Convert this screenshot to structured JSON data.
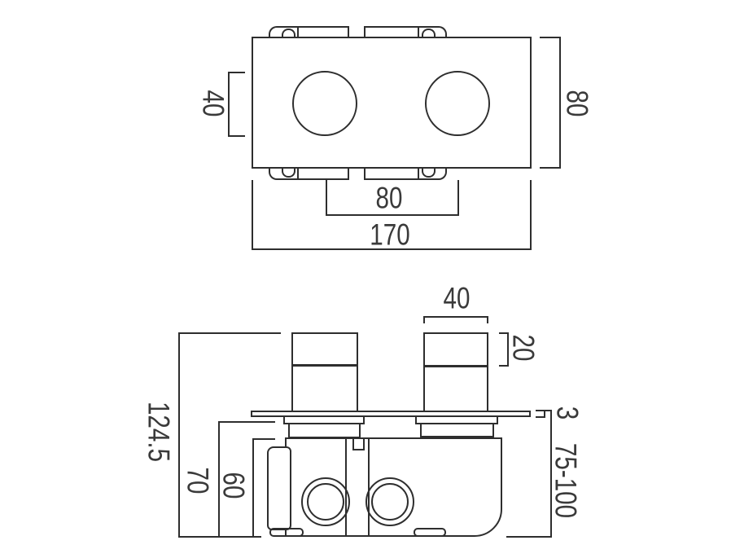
{
  "colors": {
    "background": "#ffffff",
    "line": "#2e2e2e",
    "text": "#3a3a3a"
  },
  "drawing_type": "technical dimension drawing, two-outlet concealed thermostatic valve",
  "views": {
    "plan": {
      "knob_diameter": "40",
      "plate_height": "80",
      "handle_centres": "80",
      "plate_width": "170"
    },
    "front": {
      "handle_width": "40",
      "handle_cap_height": "20",
      "overall_height": "124.5",
      "body_height": "70",
      "lower_body_height": "60",
      "plate_thickness": "3",
      "install_depth_range": "75-100"
    }
  }
}
